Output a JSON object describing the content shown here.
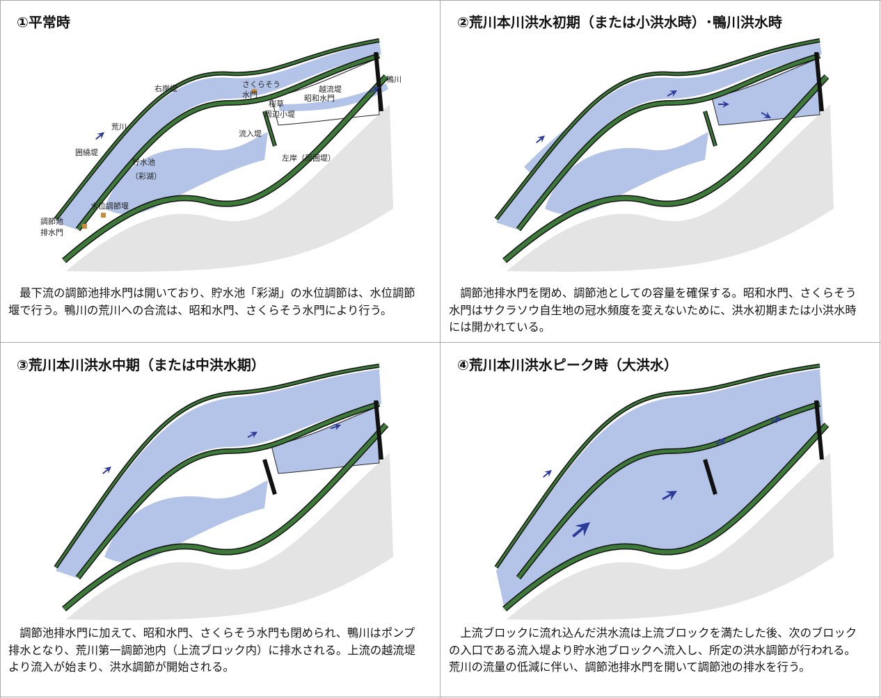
{
  "panels": [
    {
      "title": "①平常時",
      "caption": "最下流の調節池排水門は開いており、貯水池「彩湖」の水位調節は、水位調節堰で行う。鴨川の荒川への合流は、昭和水門、さくらそう水門により行う。",
      "labels": {
        "sakurasou_1": "さくらそう",
        "sakurasou_2": "水門",
        "etsuryu": "越流堤",
        "kamogawa": "鴨川",
        "ugan": "右岸堤",
        "showa": "昭和水門",
        "sakura_1": "桜草",
        "sakura_2": "周辺小堤",
        "arakawa": "荒川",
        "ryunyu": "流入堤",
        "kakoi": "囲繞堤",
        "sagan": "左岸（周囲堤）",
        "chosui_1": "貯水池",
        "chosui_2": "（彩湖）",
        "suii": "水位調節堰",
        "haisui_1": "調節池",
        "haisui_2": "排水門"
      }
    },
    {
      "title": "②荒川本川洪水初期（または小洪水時）･鴨川洪水時",
      "caption": "調節池排水門を閉め、調節池としての容量を確保する。昭和水門、さくらそう水門はサクラソウ自生地の冠水頻度を変えないために、洪水初期または小洪水時には開かれている。"
    },
    {
      "title": "③荒川本川洪水中期（または中洪水期）",
      "caption": "調節池排水門に加えて、昭和水門、さくらそう水門も閉められ、鴨川はポンプ排水となり、荒川第一調節池内（上流ブロック内）に排水される。上流の越流堤より流入が始まり、洪水調節が開始される。"
    },
    {
      "title": "④荒川本川洪水ピーク時（大洪水）",
      "caption": "上流ブロックに流れ込んだ洪水流は上流ブロックを満たした後、次のブロックの入口である流入堤より貯水池ブロックへ流入し、所定の洪水調節が行われる。荒川の流量の低減に伴い、調節池排水門を開いて調節池の排水を行う。"
    }
  ],
  "colors": {
    "water": "#b3c4e8",
    "dike": "#3d7a3a",
    "dike_edge": "#111111",
    "arrow": "#2d3a9a",
    "earth": "#c98b3c",
    "grid_line": "#a9a9a9"
  }
}
